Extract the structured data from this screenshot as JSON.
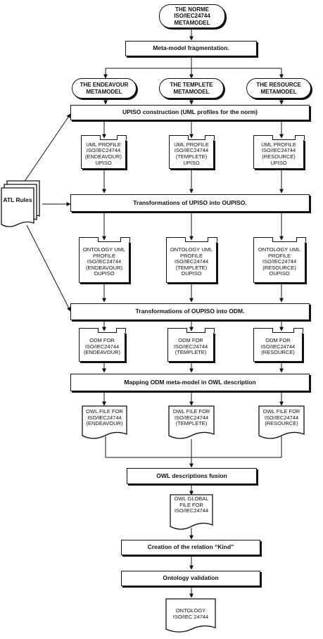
{
  "start": "THE NORME ISO/IEC24744 METAMODEL",
  "fragmentation": "Meta-model fragmentation.",
  "metamodels": [
    "THE ENDEAVOUR METAMODEL",
    "THE TEMPLETE METAMODEL",
    "THE  RESOURCE METAMODEL"
  ],
  "upiso_construction": "UPISO construction (UML profiles for the norm)",
  "uml_profiles": [
    "UML PROFILE ISO/IEC24744 (ENDEAVOUR) UPISO",
    "UML PROFILE ISO/IEC24744 (TEMPLETE) UPISO",
    "UML PROFILE ISO/IEC24744 (RESOURCE) UPISO"
  ],
  "atl_rules": "ATL Rules",
  "transform_upiso": "Transformations of UPISO into OUPISO.",
  "ontology_profiles": [
    "ONTOLOGY UML PROFILE ISO/IEC24744 (ENDEAVOUR) OUPISO",
    "ONTOLOGY UML PROFILE ISO/IEC24744 (TEMPLETE) OUPISO",
    "ONTOLOGY UML PROFILE ISO/IEC24744 (RESOURCE) OUPISO"
  ],
  "transform_oupiso": "Transformations of OUPISO into ODM.",
  "odm": [
    "ODM FOR ISO/IEC24744 (ENDEAVOUR)",
    "ODM FOR ISO/IEC24744 (TEMPLETE)",
    "ODM FOR ISO/IEC24744 (RESOURCE)"
  ],
  "mapping": "Mapping ODM meta-model in OWL description",
  "owl_files": [
    "OWL FILE FOR ISO/IEC24744 (ENDEAVOUR)",
    "OWL FILE FOR ISO/IEC24744 (TEMPLETE)",
    "OWL FILE FOR ISO/IEC24744 (RESOURCE)"
  ],
  "fusion": "OWL descriptions fusion",
  "owl_global": "OWL GLOBAL FILE FOR ISO/IEC24744",
  "relation": "Creation of the relation “Kind”",
  "validation": "Ontology validation",
  "ontology": "ONTOLOGY ISO/IEC 24744"
}
